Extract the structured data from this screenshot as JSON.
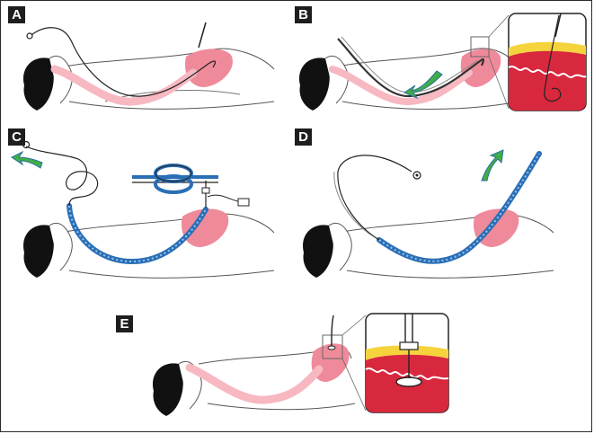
{
  "panels": [
    {
      "id": "A",
      "label": "A",
      "inset": false
    },
    {
      "id": "B",
      "label": "B",
      "inset": true
    },
    {
      "id": "C",
      "label": "C",
      "inset": false
    },
    {
      "id": "D",
      "label": "D",
      "inset": false
    },
    {
      "id": "E",
      "label": "E",
      "inset": true
    }
  ],
  "colors": {
    "skin_outline": "#555555",
    "hair": "#111111",
    "organ_pink": "#ef8a9a",
    "tube_pink": "#f7b8c2",
    "wire_blue": "#2a6fb6",
    "arrow_green": "#3fae49",
    "tissue_red": "#d8283e",
    "fat_yellow": "#f5d33c"
  }
}
